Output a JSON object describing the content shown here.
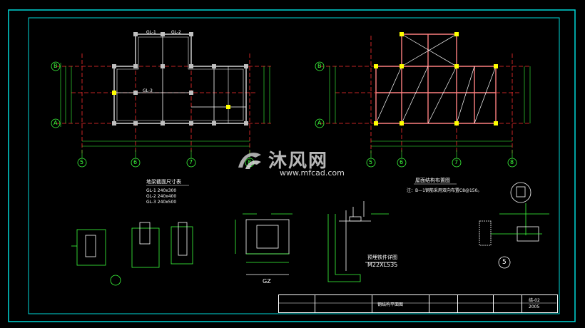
{
  "drawing": {
    "foundation_plan": {
      "axis_rows": [
        "B",
        "A"
      ],
      "axis_cols": [
        "5",
        "6",
        "7",
        "8"
      ],
      "beam_labels": [
        "GL-1",
        "GL-2",
        "GL-3"
      ],
      "ground_beam_table_title": "地梁截面尺寸表",
      "ground_beam_rows": [
        "GL-1  240x300",
        "GL-2  240x400",
        "GL-3  240x500"
      ]
    },
    "roof_plan": {
      "axis_rows": [
        "B",
        "A"
      ],
      "axis_cols": [
        "5",
        "6",
        "7",
        "8"
      ],
      "title": "屋面结构布置图",
      "note": "注：B—1钢筋采用双向布置C8@150。"
    },
    "details": {
      "gz_label": "GZ",
      "embedded_title": "预埋铁件详图",
      "embedded_spec": "M22XL535",
      "section_mark": "5"
    },
    "watermark": {
      "brand": "沐风网",
      "url": "www.mfcad.com"
    },
    "title_block": {
      "name": "钢结构平面图",
      "num": "结-02",
      "date": "2005"
    }
  },
  "colors": {
    "frame": "#00d7d7",
    "axis": "#ff3030",
    "dim": "#3cff3c",
    "wall": "#ffffff",
    "column": "#ffff00",
    "beam": "#ff66ff"
  }
}
